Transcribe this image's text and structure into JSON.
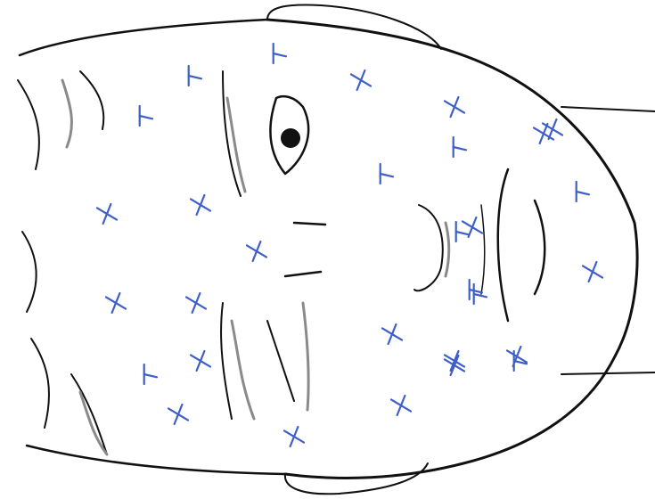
{
  "figure": {
    "subject": "face-sketch-rotated",
    "line_color": "#111111",
    "shade_color": "#8a8a8a",
    "mark_color": "#3e5fc9",
    "marks": [
      {
        "glyph": "X"
      },
      {
        "glyph": "T"
      },
      {
        "glyph": "T"
      },
      {
        "glyph": "T"
      },
      {
        "glyph": "X"
      },
      {
        "glyph": "T"
      },
      {
        "glyph": "T"
      },
      {
        "glyph": "X"
      },
      {
        "glyph": "X"
      },
      {
        "glyph": "X"
      },
      {
        "glyph": "X"
      },
      {
        "glyph": "X"
      },
      {
        "glyph": "X"
      },
      {
        "glyph": "X"
      },
      {
        "glyph": "T"
      },
      {
        "glyph": "X"
      },
      {
        "glyph": "X"
      },
      {
        "glyph": "X"
      },
      {
        "glyph": "X"
      },
      {
        "glyph": "T"
      },
      {
        "glyph": "X"
      },
      {
        "glyph": "T"
      },
      {
        "glyph": "X"
      },
      {
        "glyph": "T"
      },
      {
        "glyph": "X"
      },
      {
        "glyph": "X"
      },
      {
        "glyph": "T"
      },
      {
        "glyph": "T"
      },
      {
        "glyph": "X"
      },
      {
        "glyph": "X"
      }
    ]
  }
}
